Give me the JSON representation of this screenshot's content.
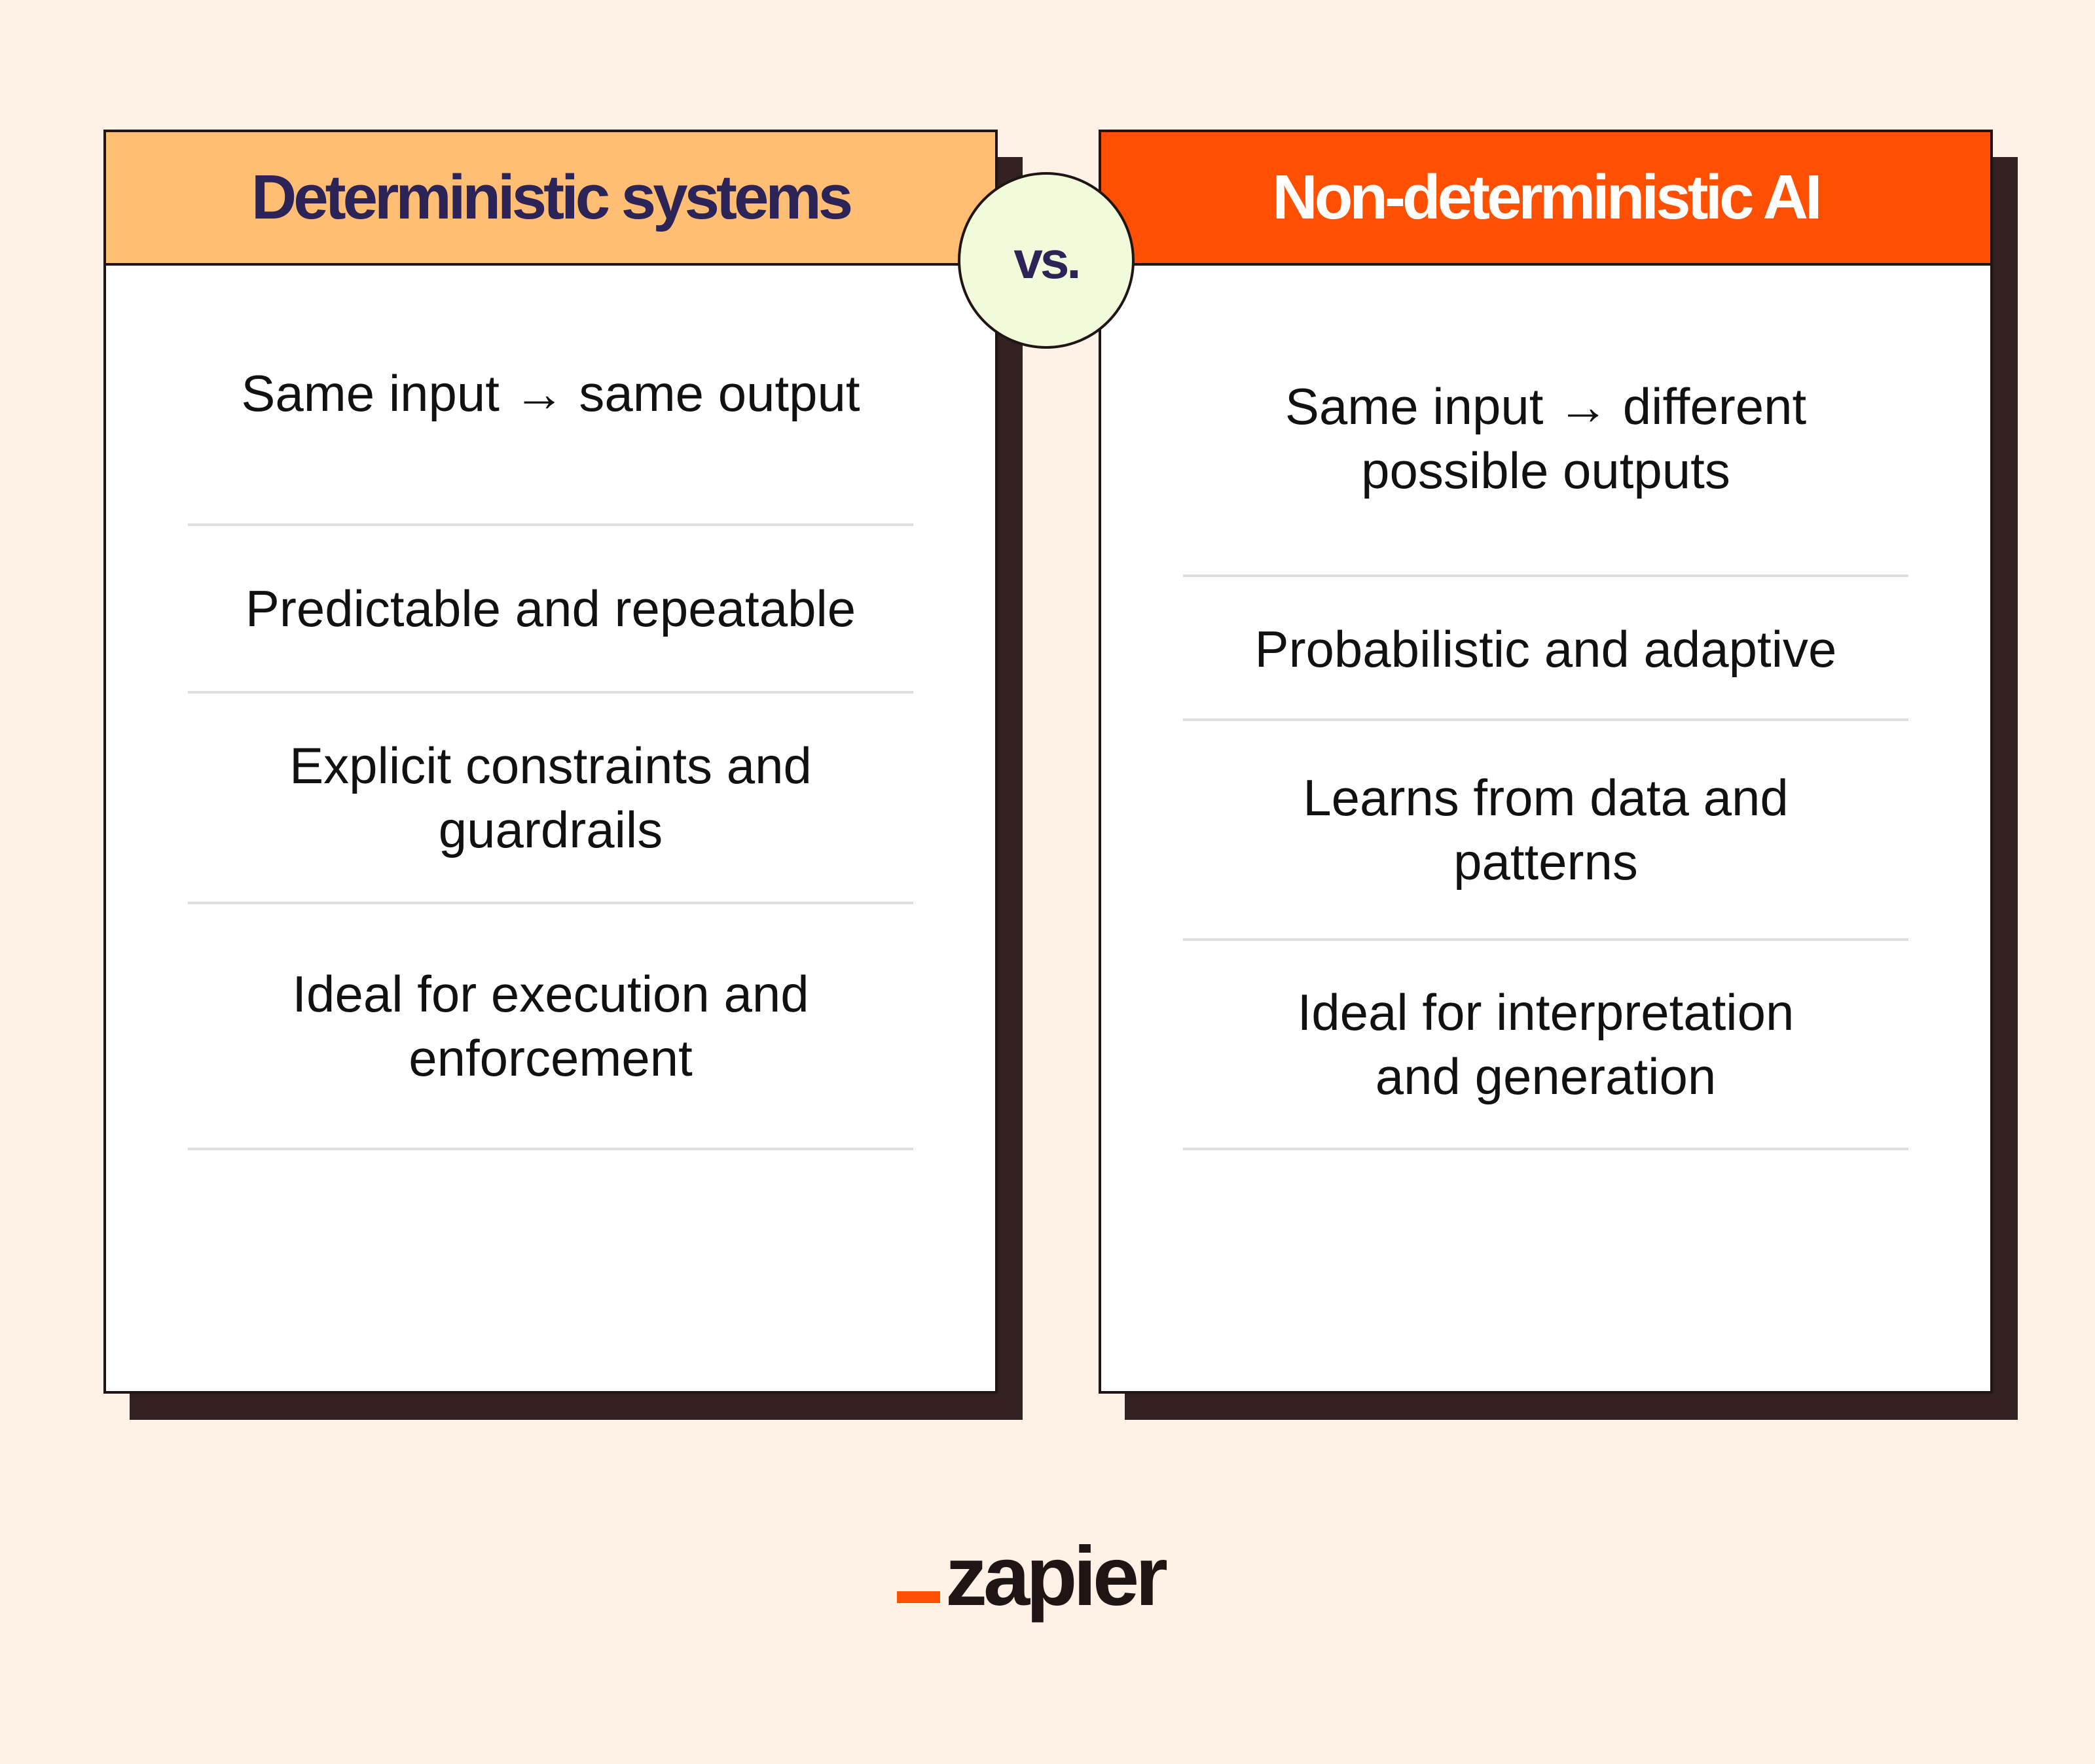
{
  "left": {
    "title": "Deterministic systems",
    "header_color": "#ffbe73",
    "rows": [
      "Same input → same output",
      "Predictable and repeatable",
      "Explicit constraints and guardrails",
      "Ideal for execution and enforcement"
    ]
  },
  "right": {
    "title": "Non-deterministic AI",
    "header_color": "#ff4f00",
    "rows": [
      "Same input → different possible outputs",
      "Probabilistic and adaptive",
      "Learns from data and patterns",
      "Ideal for interpretation and generation"
    ]
  },
  "vs_label": "vs.",
  "logo": {
    "text": "zapier",
    "accent": "#ff4f00"
  }
}
